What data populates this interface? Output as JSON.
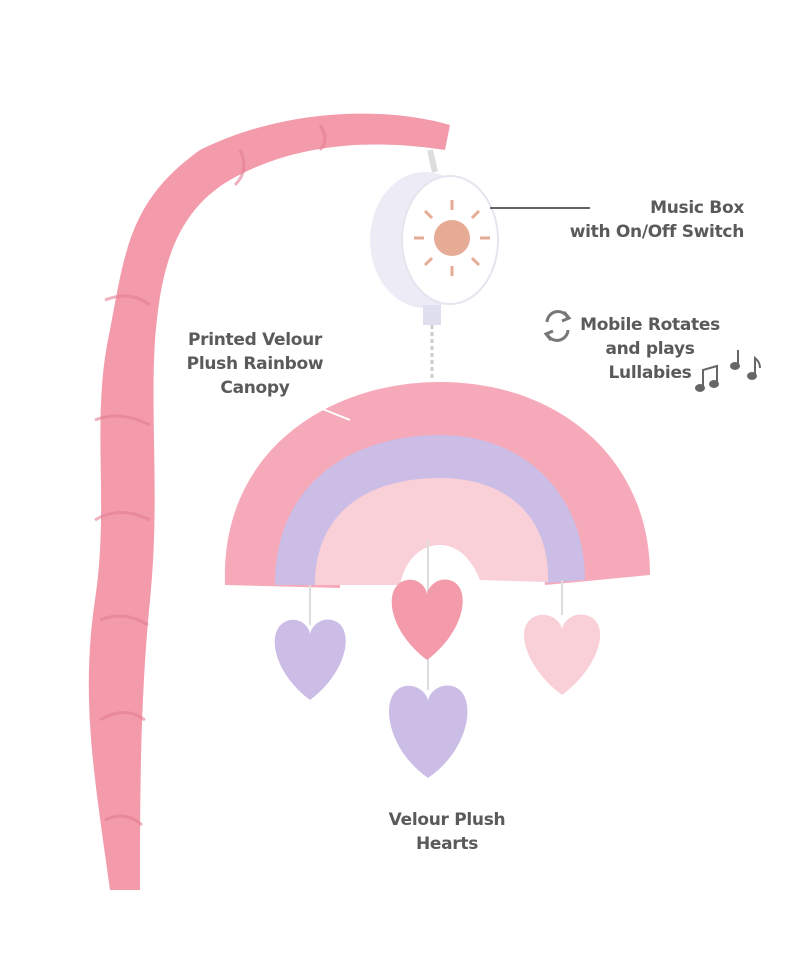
{
  "labels": {
    "music_box": [
      "Music Box",
      "with On/Off Switch"
    ],
    "rotates": [
      "Mobile Rotates",
      "and plays",
      "Lullabies"
    ],
    "canopy": [
      "Printed Velour",
      "Plush Rainbow",
      "Canopy"
    ],
    "hearts": [
      "Velour Plush",
      "Hearts"
    ]
  },
  "icons": [
    "rotate-icon",
    "music-notes-icon",
    "sun-icon"
  ],
  "colors": {
    "arm_pink": "#f39aab",
    "rainbow_outer": "#f6a9b9",
    "rainbow_middle": "#cbbde6",
    "rainbow_inner": "#f9cfd8",
    "sun": "#e6ab95",
    "text": "#5a5a5a"
  }
}
